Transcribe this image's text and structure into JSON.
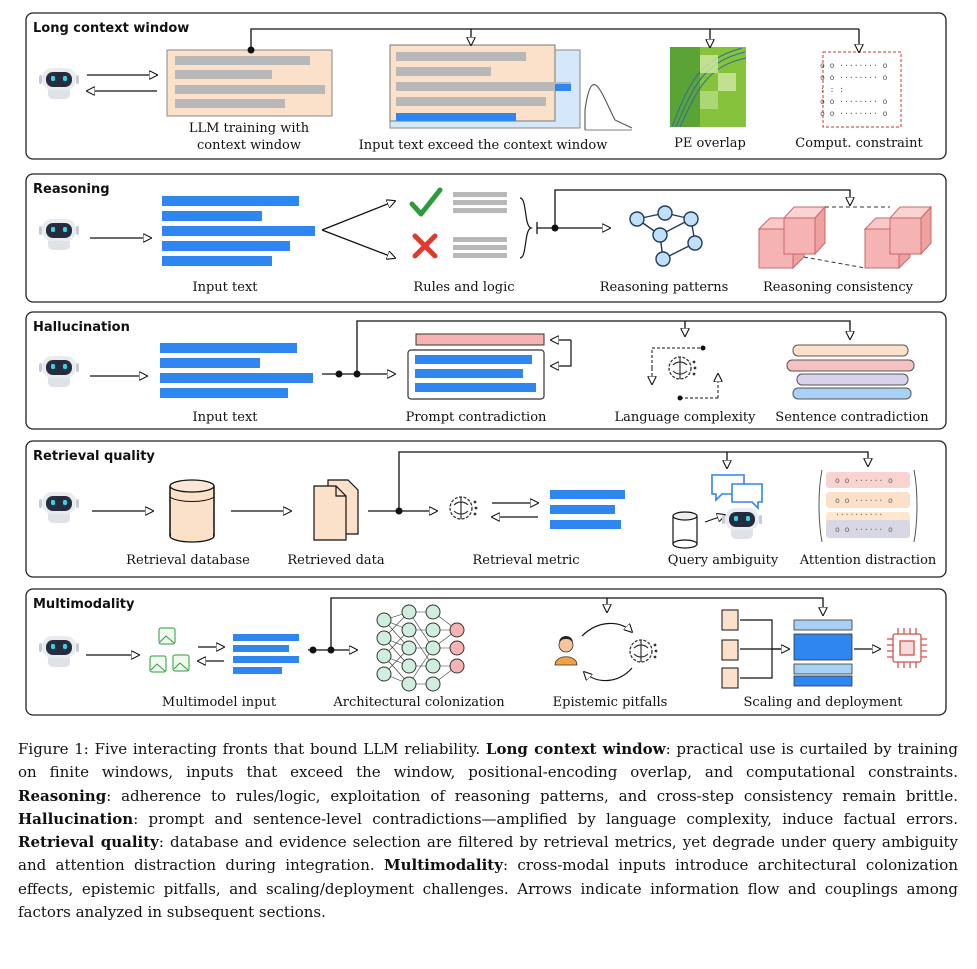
{
  "panels": {
    "long_context": {
      "title": "Long context window",
      "labels": {
        "training_1": "LLM training with",
        "training_2": "context window",
        "exceed": "Input text exceed the context window",
        "pe_overlap": "PE overlap",
        "constraint": "Comput. constraint"
      }
    },
    "reasoning": {
      "title": "Reasoning",
      "labels": {
        "input": "Input text",
        "rules": "Rules and logic",
        "patterns": "Reasoning patterns",
        "consistency": "Reasoning consistency"
      }
    },
    "hallucination": {
      "title": "Hallucination",
      "labels": {
        "input": "Input text",
        "prompt": "Prompt contradiction",
        "language": "Language complexity",
        "sentence": "Sentence contradiction"
      }
    },
    "retrieval": {
      "title": "Retrieval quality",
      "labels": {
        "database": "Retrieval database",
        "retrieved": "Retrieved data",
        "metric": "Retrieval metric",
        "ambiguity": "Query ambiguity",
        "distraction": "Attention distraction"
      }
    },
    "multimodality": {
      "title": "Multimodality",
      "labels": {
        "input": "Multimodel input",
        "colonization": "Architectural colonization",
        "epistemic": "Epistemic pitfalls",
        "scaling": "Scaling and deployment"
      }
    }
  },
  "caption": {
    "lead": "Figure 1: Five interacting fronts that bound LLM reliability.",
    "t1": "Long context window",
    "d1": ": practical use is curtailed by training on finite windows, inputs that exceed the window, positional-encoding overlap, and computational constraints.",
    "t2": "Reasoning",
    "d2": ": adherence to rules/logic, exploitation of reasoning patterns, and cross-step consistency remain brittle.",
    "t3": "Hallucination",
    "d3": ": prompt and sentence-level contradictions—amplified by language complexity, induce factual errors.",
    "t4": "Retrieval quality",
    "d4": ": database and evidence selection are filtered by retrieval metrics, yet degrade under query ambiguity and attention distraction during integration.",
    "t5": "Multimodality",
    "d5": ": cross-modal inputs introduce architectural colonization effects, epistemic pitfalls, and scaling/deployment challenges. Arrows indicate information flow and couplings among factors analyzed in subsequent sections."
  },
  "colors": {
    "blue": "#2f86f0",
    "gray": "#b8b8b8",
    "peach": "#fbe1c9",
    "pink": "#f6b3b3",
    "check_green": "#2e9a3a",
    "cross_red": "#e03a2f"
  },
  "icons": [
    "robot-icon",
    "check-icon",
    "cross-icon",
    "graph-icon",
    "cube-icon",
    "brain-icon",
    "database-icon",
    "document-icon",
    "chat-bubble-icon",
    "person-icon",
    "image-icon",
    "neural-network-icon",
    "chip-icon",
    "server-icon"
  ]
}
